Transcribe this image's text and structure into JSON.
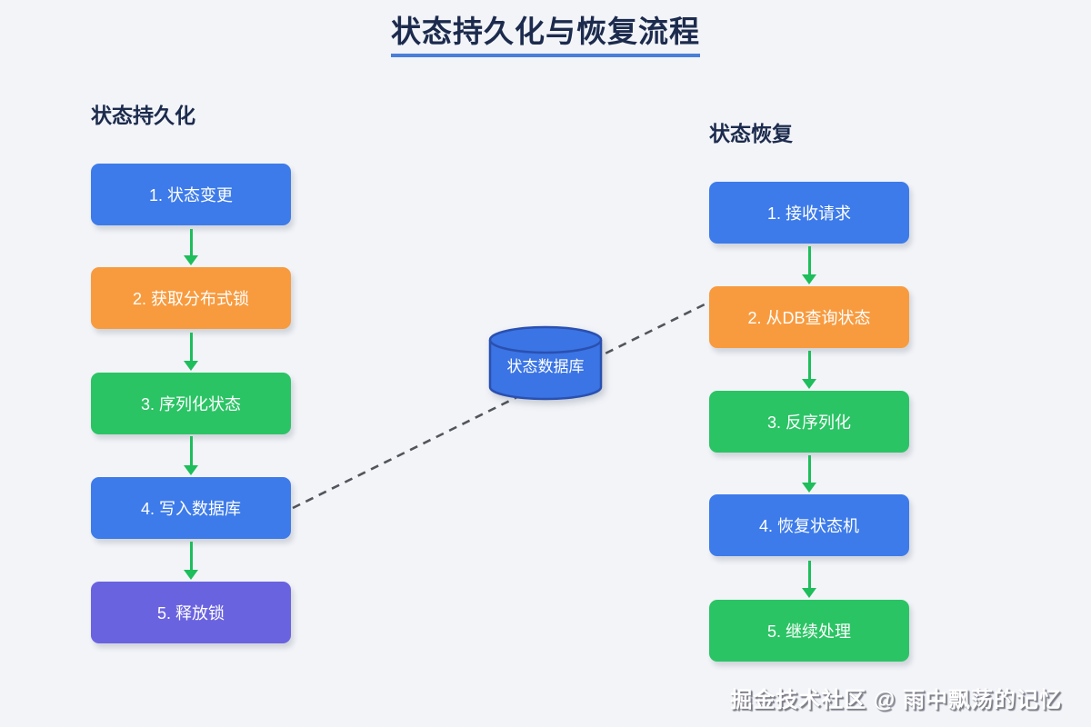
{
  "title": {
    "text": "状态持久化与恢复流程",
    "underline_color": "#4a7fd9"
  },
  "left": {
    "header": "状态持久化",
    "steps": [
      {
        "label": "1. 状态变更",
        "color": "#3d7bea"
      },
      {
        "label": "2. 获取分布式锁",
        "color": "#f89b3f"
      },
      {
        "label": "3. 序列化状态",
        "color": "#2bc465"
      },
      {
        "label": "4. 写入数据库",
        "color": "#3d7bea"
      },
      {
        "label": "5. 释放锁",
        "color": "#6a63e0"
      }
    ]
  },
  "right": {
    "header": "状态恢复",
    "steps": [
      {
        "label": "1. 接收请求",
        "color": "#3d7bea"
      },
      {
        "label": "2. 从DB查询状态",
        "color": "#f89b3f"
      },
      {
        "label": "3. 反序列化",
        "color": "#2bc465"
      },
      {
        "label": "4. 恢复状态机",
        "color": "#3d7bea"
      },
      {
        "label": "5. 继续处理",
        "color": "#2bc465"
      }
    ]
  },
  "database": {
    "label": "状态数据库",
    "fill": "#3b74e4",
    "stroke": "#2a50b0"
  },
  "connections": [
    {
      "from": "4. 写入数据库",
      "to": "状态数据库",
      "style": "dashed"
    },
    {
      "from": "状态数据库",
      "to": "2. 从DB查询状态",
      "style": "dashed"
    }
  ],
  "watermark": "掘金技术社区 @ 雨中飘荡的记忆",
  "colors": {
    "background": "#f2f4f8",
    "arrow": "#1dbe5b",
    "dashed_line": "#52555c",
    "heading_text": "#1c2b4d",
    "box_text": "#ffffff"
  }
}
